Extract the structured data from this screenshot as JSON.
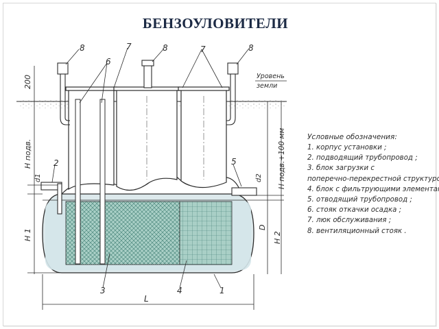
{
  "title": "БЕНЗОУЛОВИТЕЛИ",
  "legend": {
    "title": "Условные обозначения:",
    "items": [
      "1. корпус установки ;",
      "2. подводящий трубопровод ;",
      "3. блок загрузки с",
      "поперечно-перекрестной структурой ;",
      "4. блок с фильтрующими элементами ;",
      "5. отводящий трубопровод ;",
      "6. стояк откачки осадка ;",
      "7. люк обслуживания ;",
      "8. вентиляционный стояк ."
    ]
  },
  "ground_label": [
    "Уровень",
    "земли"
  ],
  "callouts": {
    "n1": "1",
    "n2": "2",
    "n3": "3",
    "n4": "4",
    "n5": "5",
    "n6": "6",
    "n7a": "7",
    "n7b": "7",
    "n8a": "8",
    "n8b": "8",
    "n8c": "8"
  },
  "dimensions": {
    "d200": "200",
    "h_pod": "Н подв.",
    "d1": "d1",
    "h1": "Н 1",
    "d2": "d2",
    "h_pod_100": "Н подв.+100 мм",
    "D": "D",
    "h2": "Н 2",
    "L": "L"
  },
  "colors": {
    "water": "#d4e6ea",
    "filter": "#a9cfc6",
    "line": "#2b2b2b",
    "title": "#1c2a44"
  }
}
